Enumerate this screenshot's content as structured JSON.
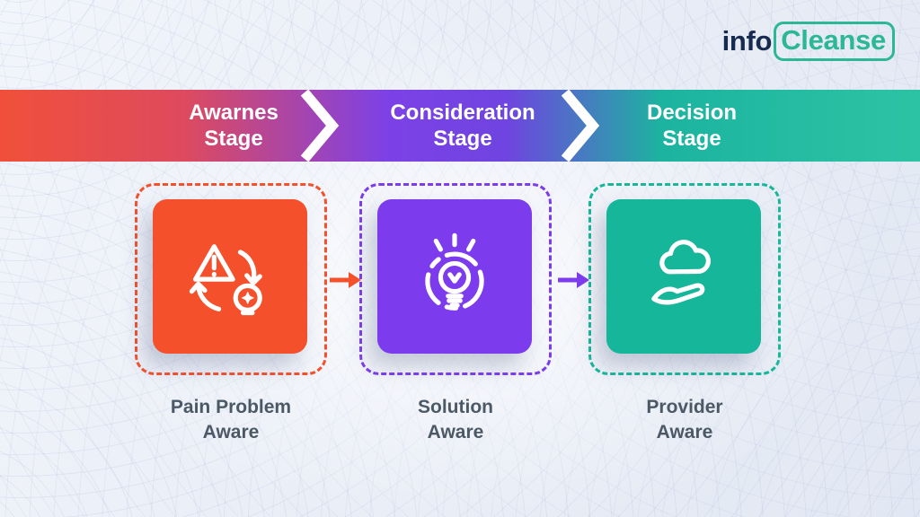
{
  "logo": {
    "info": "info",
    "cleanse": "Cleanse"
  },
  "banner": {
    "stages": [
      {
        "label": "Awarnes\nStage"
      },
      {
        "label": "Consideration\nStage"
      },
      {
        "label": "Decision\nStage"
      }
    ]
  },
  "cards": [
    {
      "label": "Pain Problem\nAware",
      "color": "#f4502c",
      "icon": "warning-cycle-icon"
    },
    {
      "label": "Solution\nAware",
      "color": "#7c3bec",
      "icon": "lightbulb-target-icon"
    },
    {
      "label": "Provider\nAware",
      "color": "#16b69b",
      "icon": "hand-cloud-icon"
    }
  ],
  "colors": {
    "banner_gradient_start": "#f0503a",
    "banner_gradient_mid": "#7d41e6",
    "banner_gradient_end": "#2cc3a4",
    "label_text": "#4b5865",
    "logo_info": "#172a4f",
    "logo_cleanse": "#2cb796",
    "background": "#edf1f8"
  }
}
